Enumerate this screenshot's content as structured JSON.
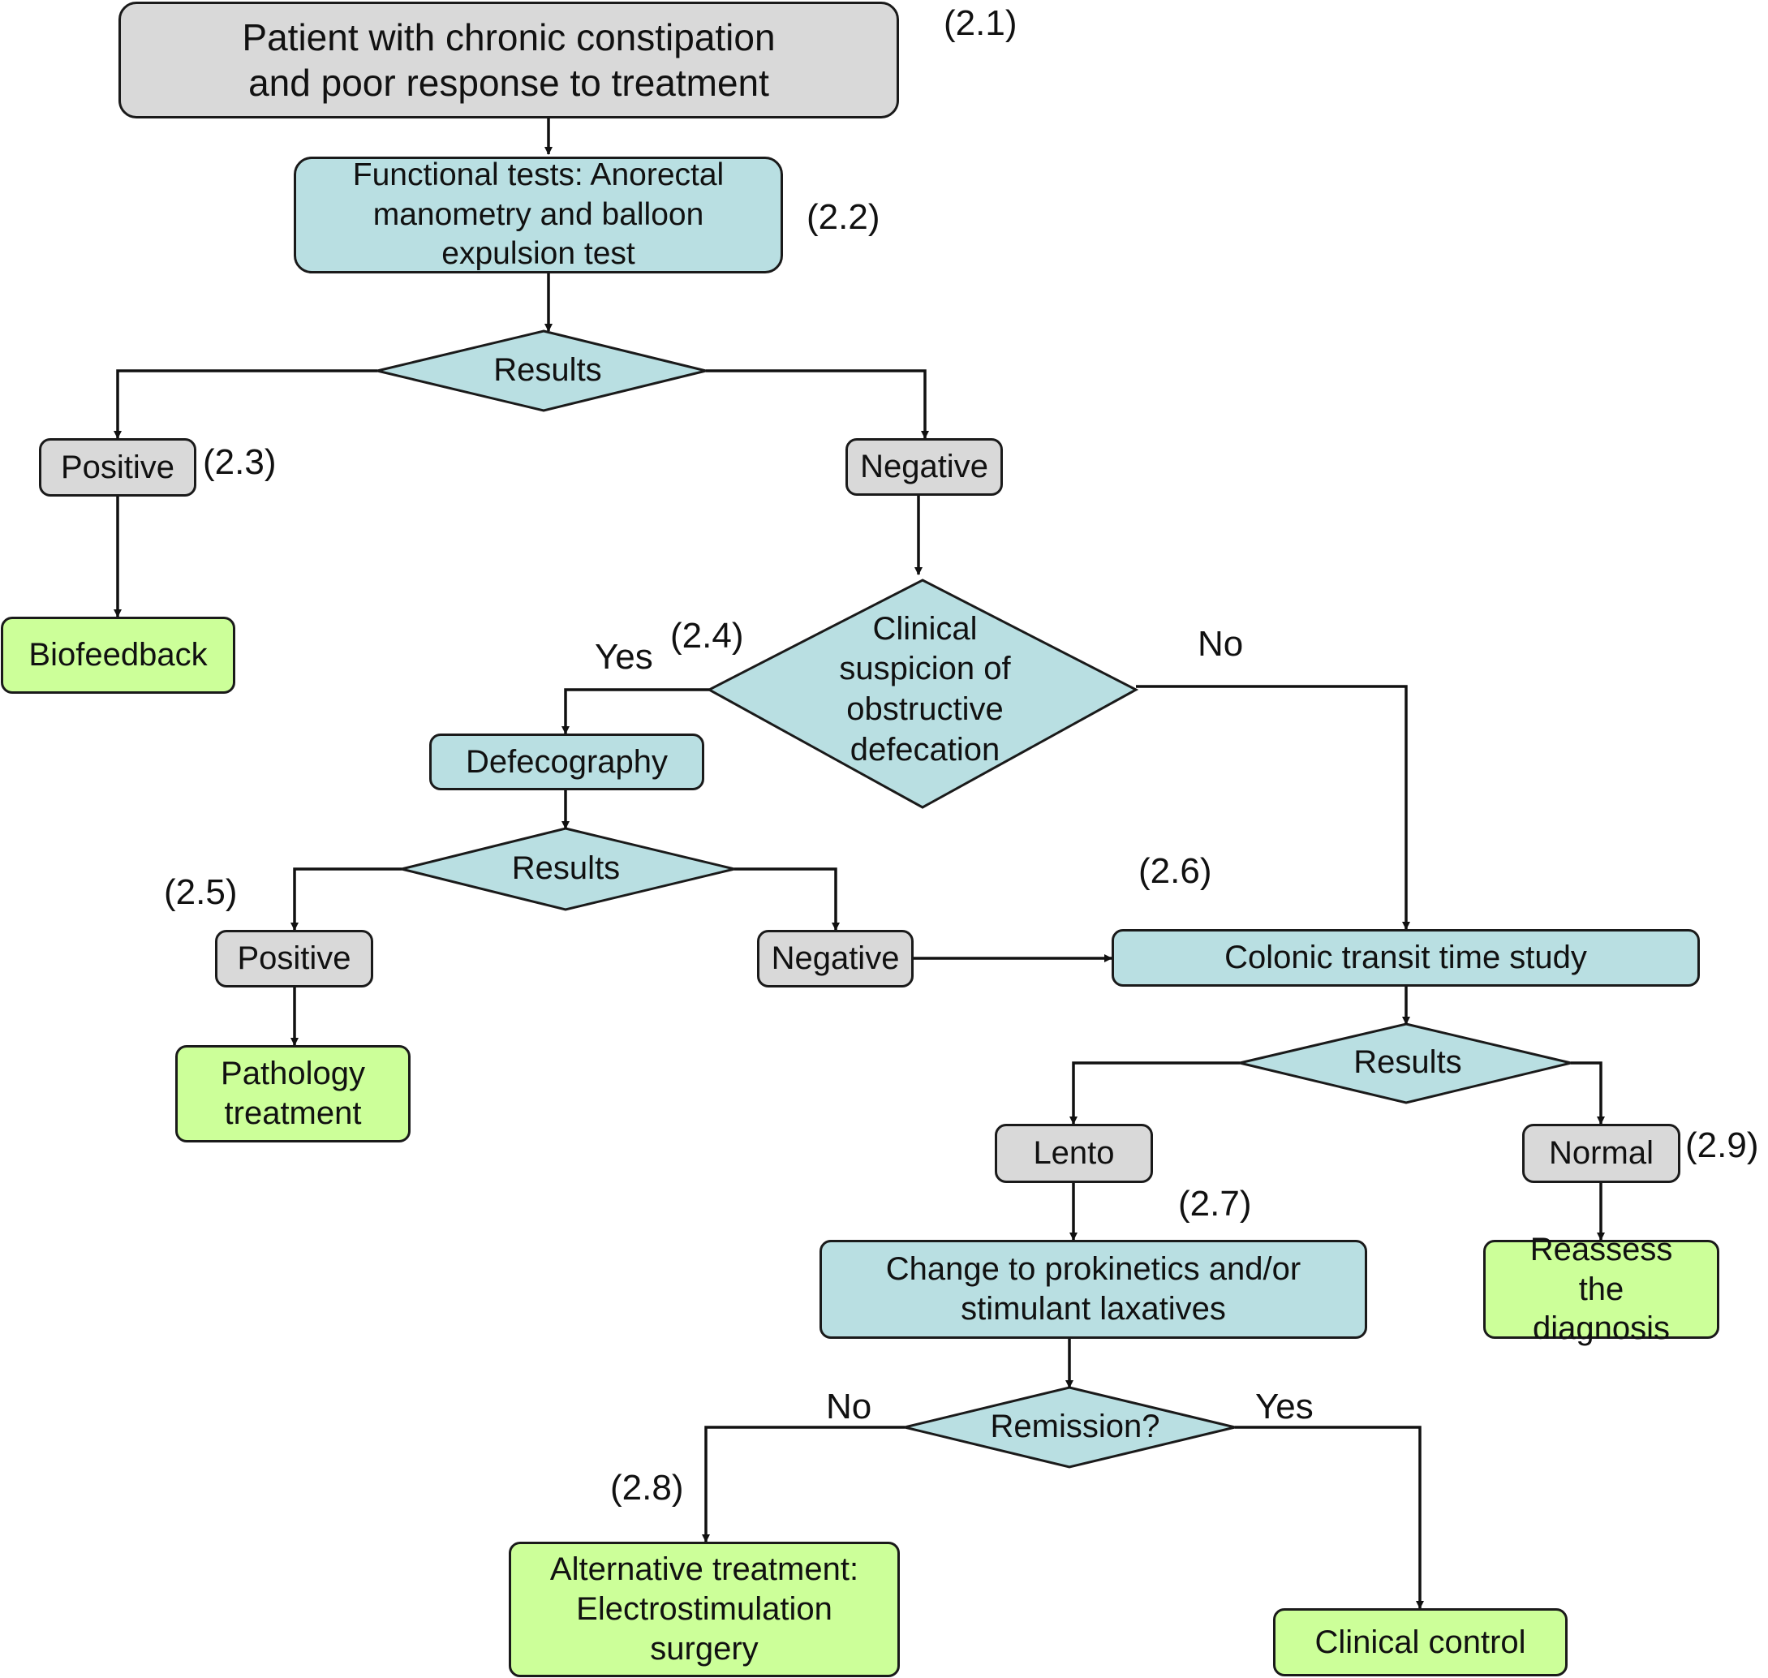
{
  "nodes": {
    "start": "Patient with chronic constipation and poor response to treatment",
    "functional_tests": "Functional tests: Anorectal manometry and balloon expulsion test",
    "results_1": "Results",
    "positive_1": "Positive",
    "negative_1": "Negative",
    "biofeedback": "Biofeedback",
    "clinical_suspicion": "Clinical suspicion of obstructive defecation",
    "defecography": "Defecography",
    "results_2": "Results",
    "positive_2": "Positive",
    "negative_2": "Negative",
    "pathology_treatment": "Pathology treatment",
    "colonic_transit": "Colonic transit time study",
    "results_3": "Results",
    "lento": "Lento",
    "normal": "Normal",
    "change_prokinetics": "Change to prokinetics and/or stimulant laxatives",
    "reassess": "Reassess the diagnosis",
    "remission": "Remission?",
    "alternative_treatment": "Alternative treatment: Electrostimulation surgery",
    "clinical_control": "Clinical control"
  },
  "edge_labels": {
    "suspicion_yes": "Yes",
    "suspicion_no": "No",
    "remission_no": "No",
    "remission_yes": "Yes"
  },
  "refs": {
    "r2_1": "(2.1)",
    "r2_2": "(2.2)",
    "r2_3": "(2.3)",
    "r2_4": "(2.4)",
    "r2_5": "(2.5)",
    "r2_6": "(2.6)",
    "r2_7": "(2.7)",
    "r2_8": "(2.8)",
    "r2_9": "(2.9)"
  },
  "colors": {
    "gray_box": "#d9d9d9",
    "blue_box": "#b9dfe2",
    "green_box": "#ccff99"
  }
}
